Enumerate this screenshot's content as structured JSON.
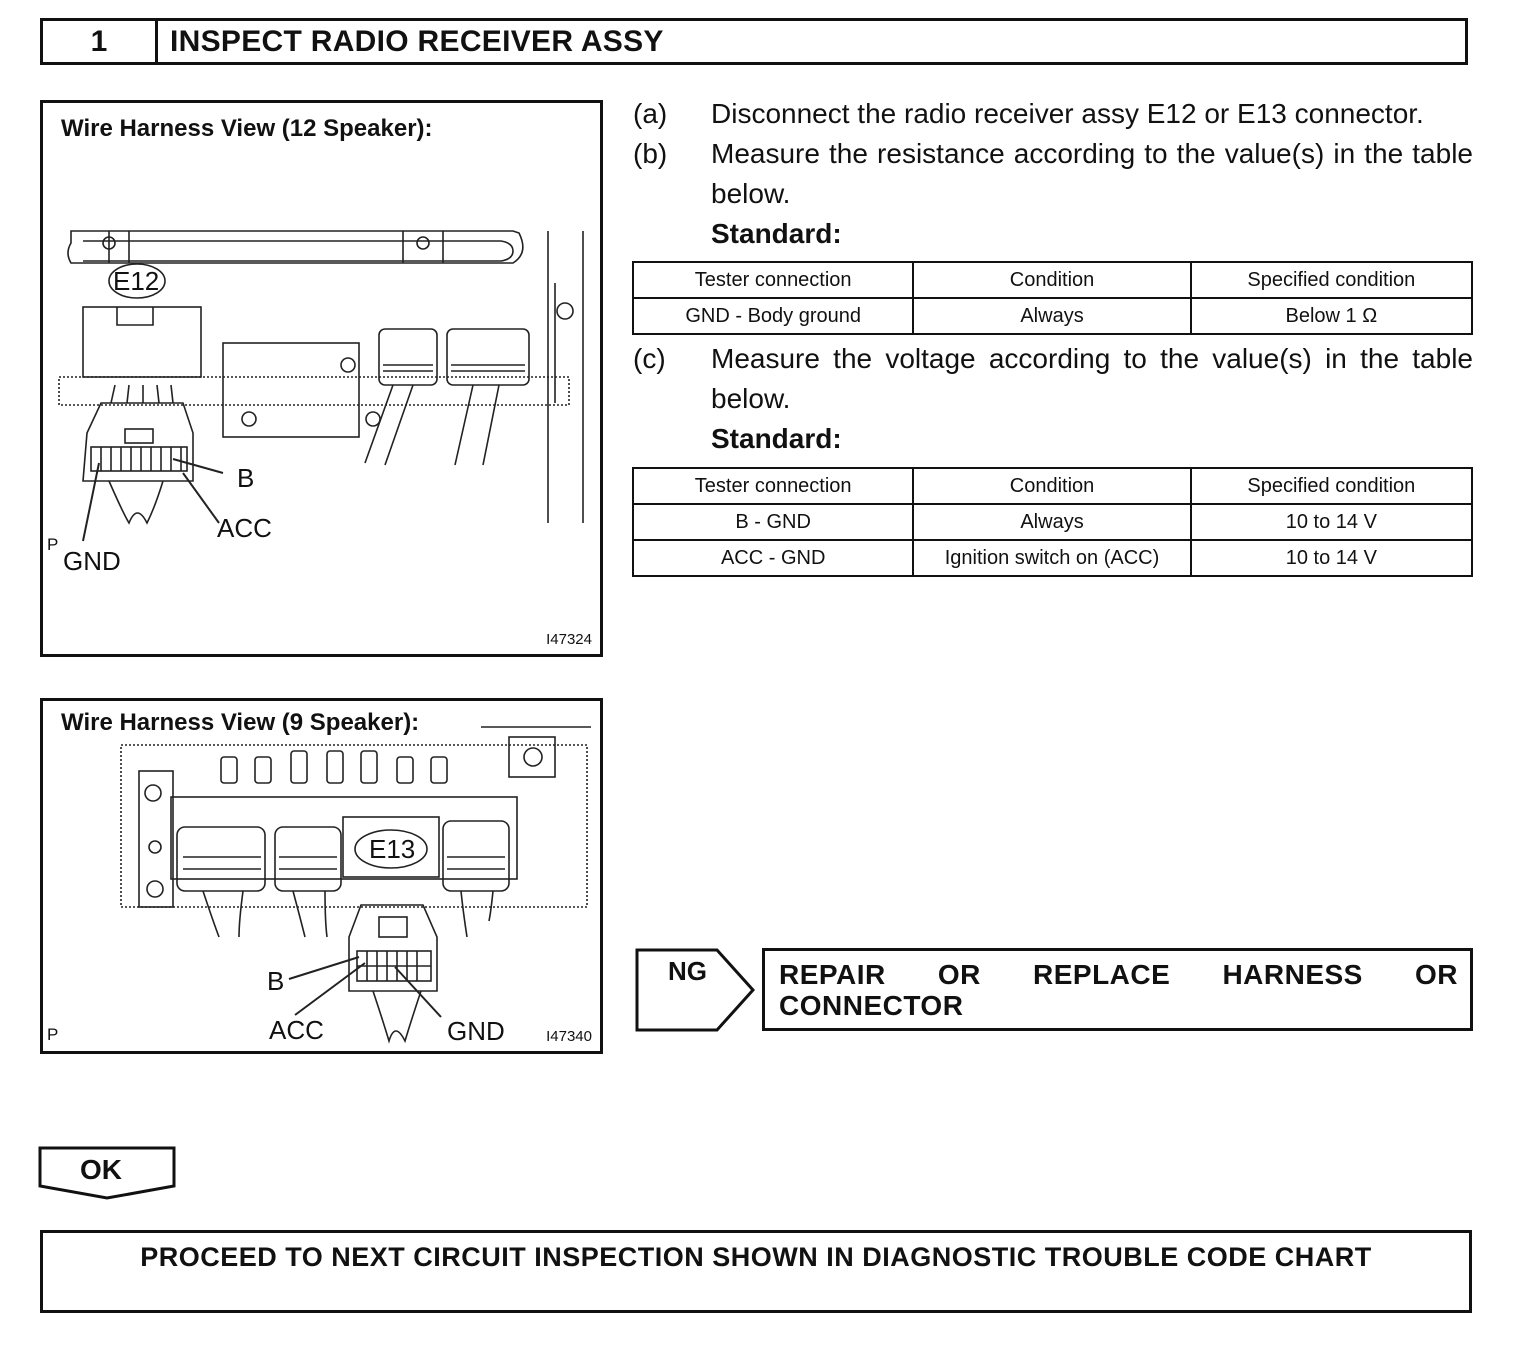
{
  "step": {
    "number": "1",
    "title": "INSPECT RADIO RECEIVER ASSY"
  },
  "figures": [
    {
      "title": "Wire Harness View (12 Speaker):",
      "connector": "E12",
      "callouts": [
        "B",
        "ACC",
        "GND"
      ],
      "marker": "P",
      "code": "I47324"
    },
    {
      "title": "Wire Harness View (9 Speaker):",
      "connector": "E13",
      "callouts": [
        "B",
        "ACC",
        "GND"
      ],
      "marker": "P",
      "code": "I47340"
    }
  ],
  "instructions": {
    "a": {
      "letter": "(a)",
      "text": "Disconnect the radio receiver assy E12 or E13 connector."
    },
    "b": {
      "letter": "(b)",
      "text": "Measure the resistance according to the value(s) in the table below."
    },
    "c": {
      "letter": "(c)",
      "text": "Measure the voltage according to the value(s) in the table below."
    },
    "standard_label": "Standard:"
  },
  "resistance_table": {
    "headers": [
      "Tester connection",
      "Condition",
      "Specified condition"
    ],
    "rows": [
      [
        "GND - Body ground",
        "Always",
        "Below 1 Ω"
      ]
    ]
  },
  "voltage_table": {
    "headers": [
      "Tester connection",
      "Condition",
      "Specified condition"
    ],
    "rows": [
      [
        "B - GND",
        "Always",
        "10 to 14 V"
      ],
      [
        "ACC - GND",
        "Ignition switch on (ACC)",
        "10 to 14 V"
      ]
    ]
  },
  "ng": {
    "label": "NG",
    "action_line1": [
      "REPAIR",
      "OR",
      "REPLACE",
      "HARNESS",
      "OR"
    ],
    "action_line2": "CONNECTOR"
  },
  "ok": {
    "label": "OK",
    "action": "PROCEED TO NEXT CIRCUIT INSPECTION SHOWN IN DIAGNOSTIC TROUBLE CODE CHART"
  }
}
